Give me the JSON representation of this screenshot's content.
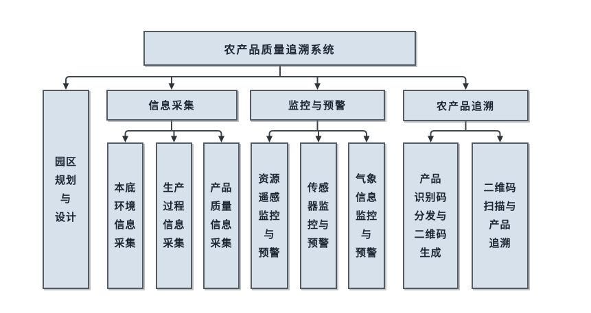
{
  "colors": {
    "box_fill": "#d7e1ec",
    "box_border": "#555b63",
    "connector_line": "#3f444a",
    "text": "#1b2430",
    "background": "#ffffff"
  },
  "chart_data": {
    "type": "hierarchy-diagram",
    "root_label": "农产品质量追溯系统",
    "level2": [
      {
        "label": "园区\n规划\n与\n设计"
      },
      {
        "label": "信息采集"
      },
      {
        "label": "监控与预警"
      },
      {
        "label": "农产品追溯"
      }
    ],
    "leaves": {
      "info": [
        {
          "label": "本底\n环境\n信息\n采集"
        },
        {
          "label": "生产\n过程\n信息\n采集"
        },
        {
          "label": "产品\n质量\n信息\n采集"
        }
      ],
      "monitor": [
        {
          "label": "资源\n遥感\n监控\n与\n预警"
        },
        {
          "label": "传感\n器监\n控与\n预警"
        },
        {
          "label": "气象\n信息\n监控\n与\n预警"
        }
      ],
      "trace": [
        {
          "label": "产品\n识别码\n分发与\n二维码\n生成"
        },
        {
          "label": "二维码\n扫描与\n产品\n追溯"
        }
      ]
    }
  }
}
